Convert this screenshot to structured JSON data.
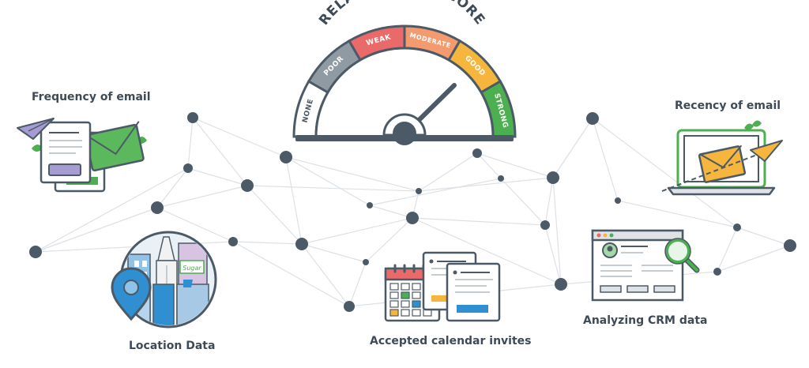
{
  "gauge": {
    "title": "RELATIONSHIP SCORE",
    "segments": [
      {
        "label": "NONE",
        "color": "#ffffff"
      },
      {
        "label": "POOR",
        "color": "#8f9aa3"
      },
      {
        "label": "WEAK",
        "color": "#ea6a6a"
      },
      {
        "label": "MODERATE",
        "color": "#f39a6e"
      },
      {
        "label": "GOOD",
        "color": "#f6b63e"
      },
      {
        "label": "STRONG",
        "color": "#4caf50"
      }
    ]
  },
  "features": {
    "email_frequency": "Frequency of email",
    "email_recency": "Recency of email",
    "location": "Location Data",
    "calendar": "Accepted calendar invites",
    "crm": "Analyzing CRM data",
    "sign_text": "Sugar"
  },
  "colors": {
    "outline": "#4b5a66",
    "node": "#4b5a66",
    "line": "#dde1e5",
    "green": "#4caf50",
    "purple": "#a79bd3",
    "orange": "#f6b63e",
    "blue": "#2f8fd1"
  }
}
